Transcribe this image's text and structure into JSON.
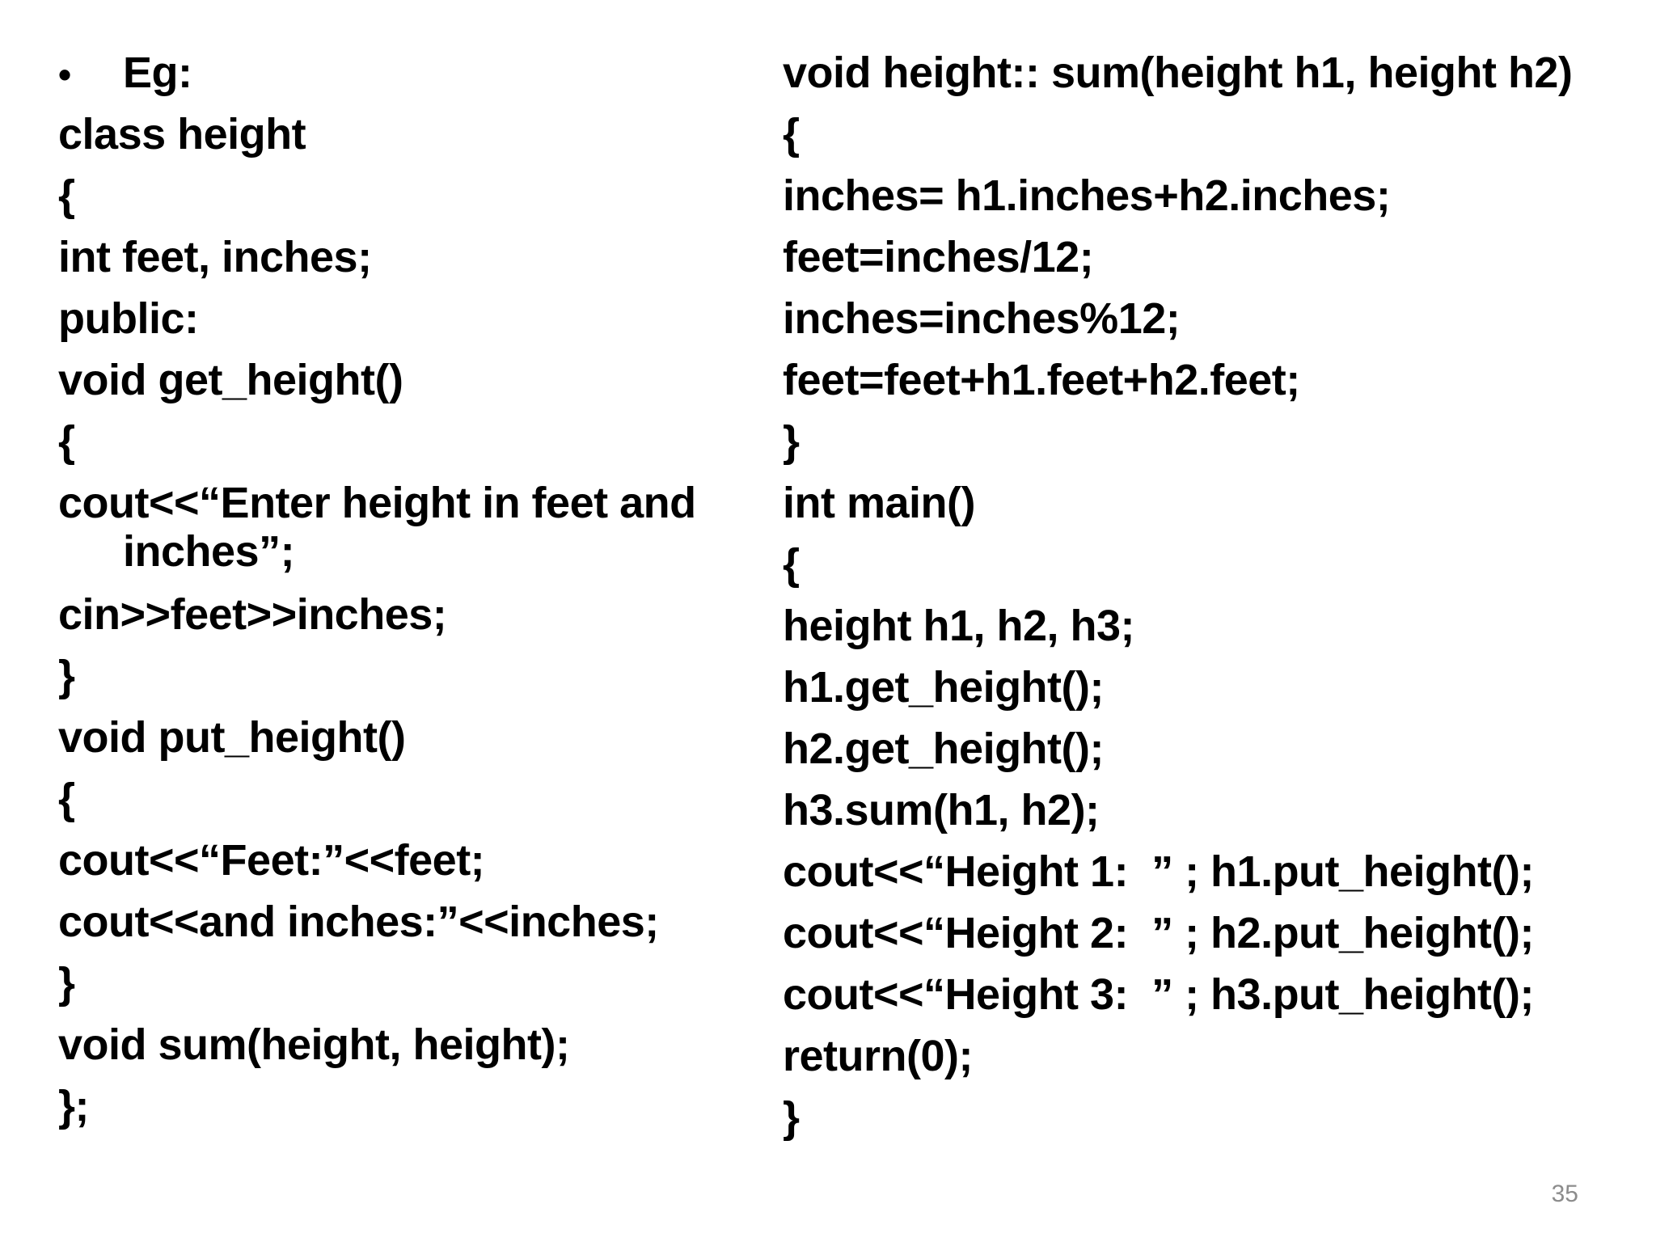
{
  "left_column": {
    "bullet_symbol": "•",
    "heading": "Eg:",
    "lines_before_wrap": [
      "class height",
      "{",
      "int feet, inches;",
      "public:",
      "void get_height()",
      "{"
    ],
    "wrapped_line": {
      "first": "cout<<“Enter height in feet and",
      "second": "inches”;"
    },
    "lines_after_wrap": [
      "cin>>feet>>inches;",
      "}",
      "void put_height()",
      "{",
      "cout<<“Feet:”<<feet;",
      "cout<<and inches:”<<inches;",
      "}",
      "void sum(height, height);",
      "};"
    ]
  },
  "right_column": {
    "lines": [
      "void height:: sum(height h1, height h2)",
      "{",
      "inches= h1.inches+h2.inches;",
      "feet=inches/12;",
      "inches=inches%12;",
      "feet=feet+h1.feet+h2.feet;",
      "}",
      "int main()",
      "{",
      "height h1, h2, h3;",
      "h1.get_height();",
      "h2.get_height();",
      "h3.sum(h1, h2);",
      "cout<<“Height 1:  ” ; h1.put_height();",
      "cout<<“Height 2:  ” ; h2.put_height();",
      "cout<<“Height 3:  ” ; h3.put_height();",
      "return(0);",
      "}"
    ]
  },
  "page_number": "35"
}
